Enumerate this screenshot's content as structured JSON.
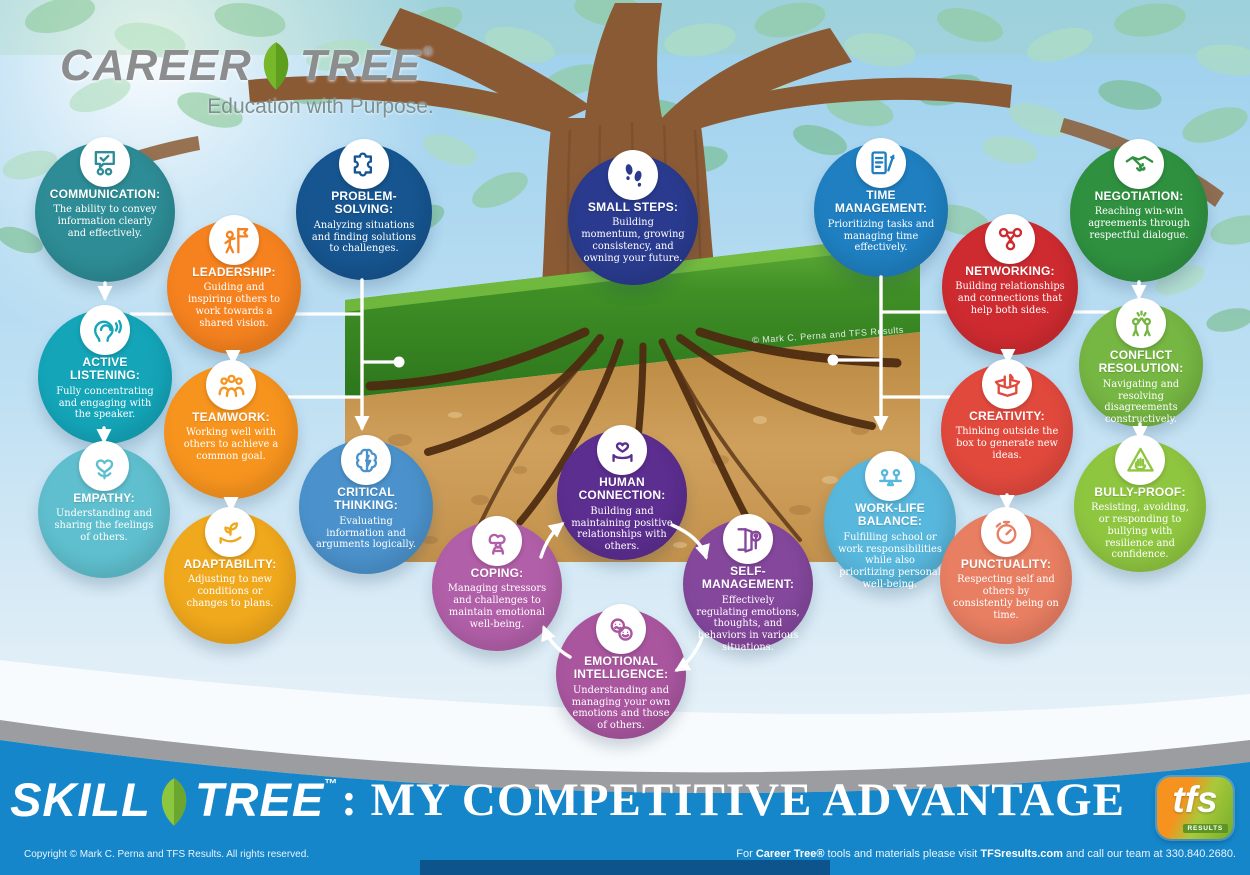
{
  "header": {
    "brand_career": "CAREER",
    "brand_tree": "TREE",
    "brand_reg": "®",
    "tagline": "Education with Purpose.",
    "leaf_color": "#76b82a"
  },
  "watermark": "© Mark C. Perna and TFS Results",
  "skills": [
    {
      "id": "communication",
      "label": "COMMUNICATION:",
      "desc": "The ability to convey information clearly and effectively.",
      "color": "#2d8c95",
      "icon": "speech-bubble-check-icon"
    },
    {
      "id": "active-listening",
      "label": "ACTIVE LISTENING:",
      "desc": "Fully concentrating and engaging with the speaker.",
      "color": "#14a5b9",
      "icon": "ear-icon"
    },
    {
      "id": "empathy",
      "label": "EMPATHY:",
      "desc": "Understanding and sharing the feelings of others.",
      "color": "#5fbfce",
      "icon": "heart-sprout-icon"
    },
    {
      "id": "leadership",
      "label": "LEADERSHIP:",
      "desc": "Guiding and inspiring others to work towards a shared vision.",
      "color": "#f5821f",
      "icon": "flag-person-icon"
    },
    {
      "id": "teamwork",
      "label": "TEAMWORK:",
      "desc": "Working well with others to achieve a common goal.",
      "color": "#f7941e",
      "icon": "group-icon"
    },
    {
      "id": "adaptability",
      "label": "ADAPTABILITY:",
      "desc": "Adjusting to new conditions or changes to plans.",
      "color": "#f0a81c",
      "icon": "sprout-hand-icon"
    },
    {
      "id": "problem-solving",
      "label": "PROBLEM-SOLVING:",
      "desc": "Analyzing situations and finding solutions to challenges.",
      "color": "#165590",
      "icon": "puzzle-icon"
    },
    {
      "id": "critical-thinking",
      "label": "CRITICAL THINKING:",
      "desc": "Evaluating information and arguments logically.",
      "color": "#4b92cc",
      "icon": "brain-bolt-icon"
    },
    {
      "id": "small-steps",
      "label": "SMALL STEPS:",
      "desc": "Building momentum, growing consistency, and owning your future.",
      "color": "#2a3b8f",
      "icon": "footsteps-icon"
    },
    {
      "id": "human-connection",
      "label": "HUMAN CONNECTION:",
      "desc": "Building and maintaining positive relationships with others.",
      "color": "#5c2e90",
      "icon": "hand-heart-icon"
    },
    {
      "id": "coping",
      "label": "COPING:",
      "desc": "Managing stressors and challenges to maintain emotional well-being.",
      "color": "#b15fa8",
      "icon": "cloud-person-icon"
    },
    {
      "id": "self-management",
      "label": "SELF-MANAGEMENT:",
      "desc": "Effectively regulating emotions, thoughts, and behaviors in various situations.",
      "color": "#84479c",
      "icon": "door-mind-icon"
    },
    {
      "id": "emotional-intelligence",
      "label": "EMOTIONAL INTELLIGENCE:",
      "desc": "Understanding and managing your own emotions and those of others.",
      "color": "#a9569f",
      "icon": "two-faces-icon"
    },
    {
      "id": "time-management",
      "label": "TIME MANAGEMENT:",
      "desc": "Prioritizing tasks and managing time effectively.",
      "color": "#1f7fc0",
      "icon": "clipboard-pencil-icon"
    },
    {
      "id": "work-life-balance",
      "label": "WORK-LIFE BALANCE:",
      "desc": "Fulfilling school or work responsibilities while also prioritizing personal well-being.",
      "color": "#58b7dc",
      "icon": "balance-people-icon"
    },
    {
      "id": "networking",
      "label": "NETWORKING:",
      "desc": "Building relationships and connections that help both sides.",
      "color": "#ce2b30",
      "icon": "network-people-icon"
    },
    {
      "id": "creativity",
      "label": "CREATIVITY:",
      "desc": "Thinking outside the box to generate new ideas.",
      "color": "#e2493d",
      "icon": "idea-box-icon"
    },
    {
      "id": "punctuality",
      "label": "PUNCTUALITY:",
      "desc": "Respecting self and others by consistently being on time.",
      "color": "#e87e62",
      "icon": "stopwatch-icon"
    },
    {
      "id": "negotiation",
      "label": "NEGOTIATION:",
      "desc": "Reaching win-win agreements through respectful dialogue.",
      "color": "#2f9140",
      "icon": "handshake-icon"
    },
    {
      "id": "conflict-resolution",
      "label": "CONFLICT RESOLUTION:",
      "desc": "Navigating and resolving disagreements constructively.",
      "color": "#76b643",
      "icon": "high-five-icon"
    },
    {
      "id": "bully-proof",
      "label": "BULLY-PROOF:",
      "desc": "Resisting, avoiding, or responding to bullying with resilience and confidence.",
      "color": "#8fc640",
      "icon": "stop-hand-icon"
    }
  ],
  "banner": {
    "skill": "SKILL",
    "tree": "TREE",
    "tm": "™",
    "rest": ": MY COMPETITIVE ADVANTAGE",
    "bg_color": "#1486c9"
  },
  "footer": {
    "copyright": "Copyright © Mark C. Perna and TFS Results. All rights reserved.",
    "right_pre": "For ",
    "right_brand": "Career Tree®",
    "right_mid": " tools and materials please visit ",
    "right_site": "TFSresults.com",
    "right_post": " and call our team at 330.840.2680."
  },
  "tfs_logo": {
    "letters": "tfs",
    "results": "RESULTS"
  }
}
